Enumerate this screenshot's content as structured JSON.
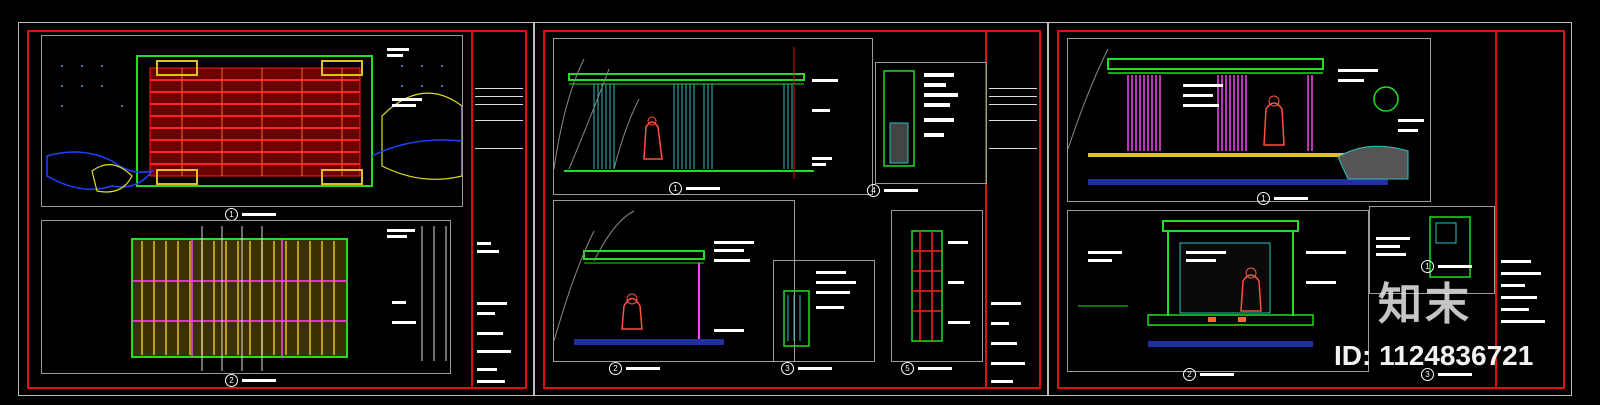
{
  "watermark": {
    "brand": "知末",
    "id_text": "ID: 1124836721"
  },
  "sheets": [
    {
      "labels": [
        "1",
        "2"
      ]
    },
    {
      "labels": [
        "1",
        "4",
        "2",
        "3",
        "5"
      ]
    },
    {
      "labels": [
        "1",
        "1",
        "2",
        "3"
      ]
    }
  ],
  "colors": {
    "frame": "#e01010",
    "structure": "#22dd22",
    "beam": "#ff2020",
    "timber": "#e0c020",
    "rebar": "#ff40ff",
    "steel": "#30c0c0",
    "figure": "#ff5040"
  }
}
